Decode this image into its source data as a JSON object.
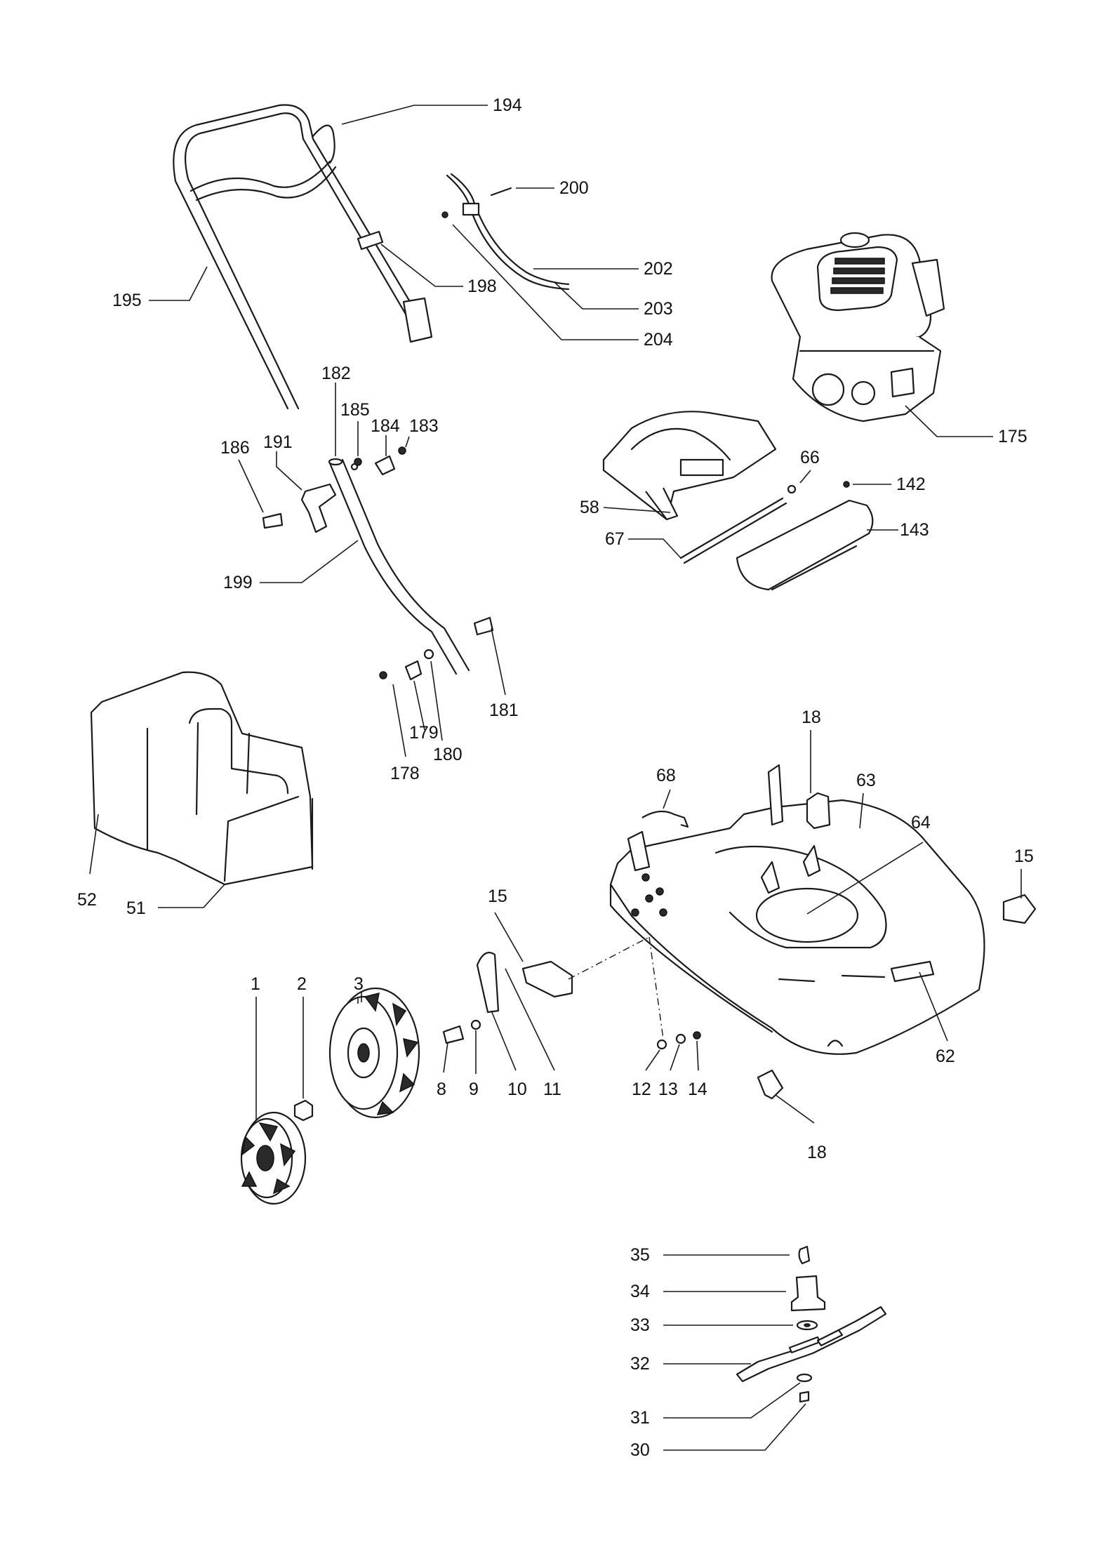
{
  "labels": {
    "p194": "194",
    "p195": "195",
    "p198": "198",
    "p200": "200",
    "p202": "202",
    "p203": "203",
    "p204": "204",
    "p175": "175",
    "p182": "182",
    "p185": "185",
    "p184": "184",
    "p183": "183",
    "p186": "186",
    "p191": "191",
    "p66": "66",
    "p142": "142",
    "p58": "58",
    "p67": "67",
    "p143": "143",
    "p199": "199",
    "p181": "181",
    "p179": "179",
    "p180": "180",
    "p178": "178",
    "p18a": "18",
    "p63": "63",
    "p68": "68",
    "p64": "64",
    "p15a": "15",
    "p15b": "15",
    "p52": "52",
    "p51": "51",
    "p1": "1",
    "p2": "2",
    "p3": "3",
    "p8": "8",
    "p9": "9",
    "p10": "10",
    "p11": "11",
    "p12": "12",
    "p13": "13",
    "p14": "14",
    "p62": "62",
    "p18b": "18",
    "p35": "35",
    "p34": "34",
    "p33": "33",
    "p32": "32",
    "p31": "31",
    "p30": "30"
  }
}
